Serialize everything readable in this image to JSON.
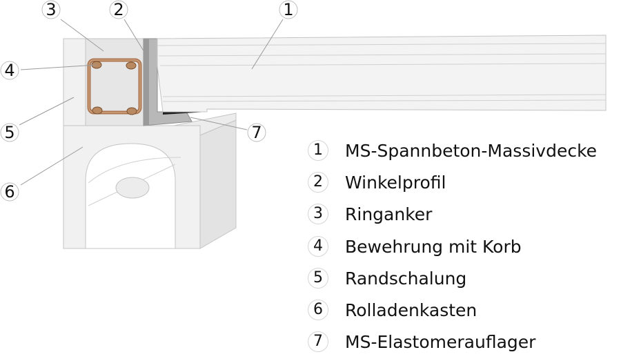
{
  "callouts": [
    {
      "number": "1"
    },
    {
      "number": "2"
    },
    {
      "number": "3"
    },
    {
      "number": "4"
    },
    {
      "number": "5"
    },
    {
      "number": "6"
    },
    {
      "number": "7"
    }
  ],
  "legend": [
    {
      "number": "1",
      "label": "MS-Spannbeton-Massivdecke"
    },
    {
      "number": "2",
      "label": "Winkelprofil"
    },
    {
      "number": "3",
      "label": "Ringanker"
    },
    {
      "number": "4",
      "label": "Bewehrung mit Korb"
    },
    {
      "number": "5",
      "label": "Randschalung"
    },
    {
      "number": "6",
      "label": "Rolladenkasten"
    },
    {
      "number": "7",
      "label": "MS-Elastomerauflager"
    }
  ],
  "colors": {
    "concrete": "#ececec",
    "concrete_light": "#f3f3f3",
    "edge": "#c4c4c4",
    "angle_profile": "#b4b4b4",
    "rebar": "#a9744f",
    "elastomer": "#1e1e1e",
    "text": "#111111"
  }
}
